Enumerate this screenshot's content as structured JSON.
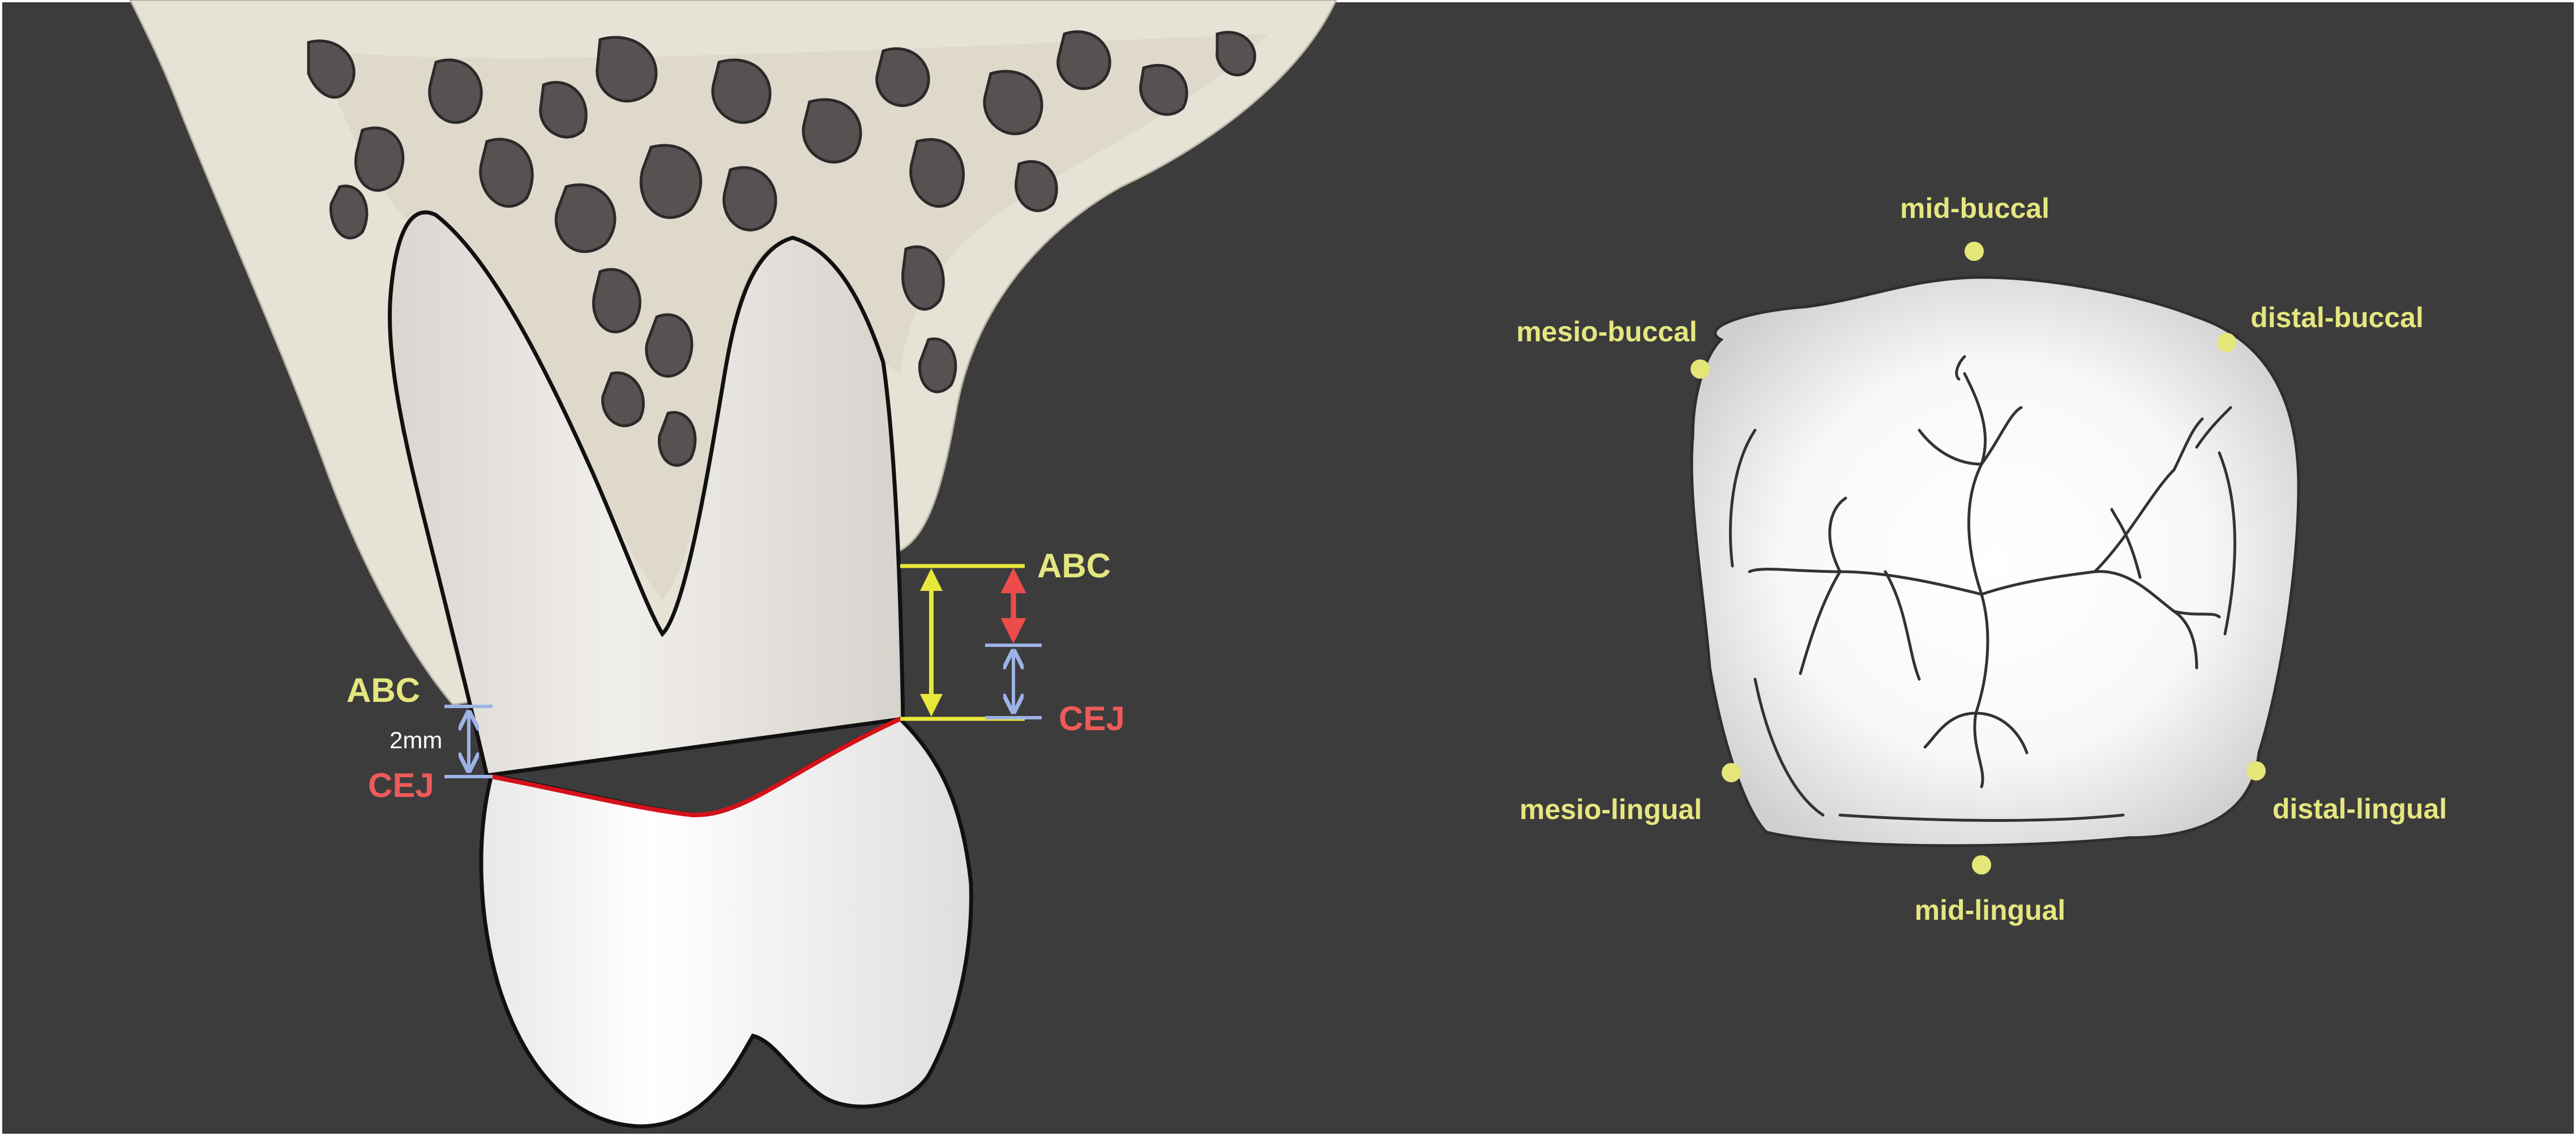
{
  "colors": {
    "background": "#3c3c3c",
    "border": "#ffffff",
    "bone": "#e6e2d6",
    "bone_shadow": "#cfc9b8",
    "marrow": "#565252",
    "marrow_edge": "#2b2a2a",
    "enamel": "#ffffff",
    "root": "#e9e6e1",
    "cej_line": "#d4121b",
    "label_yellow": "#e5e67f",
    "label_red": "#ee5a5a",
    "marker_yellow": "#e5e678",
    "arrow_yellow": "#e8e83a",
    "arrow_red": "#ee4b4b",
    "arrow_blue": "#9db3e6",
    "dim_text": "#ffffff"
  },
  "left_panel": {
    "left_abc_label": "ABC",
    "left_dimension": "2mm",
    "left_cej_label": "CEJ",
    "right_abc_label": "ABC",
    "right_cej_label": "CEJ"
  },
  "right_panel": {
    "points": [
      {
        "key": "mid_buccal",
        "label": "mid-buccal"
      },
      {
        "key": "mesio_buccal",
        "label": "mesio-buccal"
      },
      {
        "key": "distal_buccal",
        "label": "distal-buccal"
      },
      {
        "key": "mesio_lingual",
        "label": "mesio-lingual"
      },
      {
        "key": "distal_lingual",
        "label": "distal-lingual"
      },
      {
        "key": "mid_lingual",
        "label": "mid-lingual"
      }
    ]
  }
}
